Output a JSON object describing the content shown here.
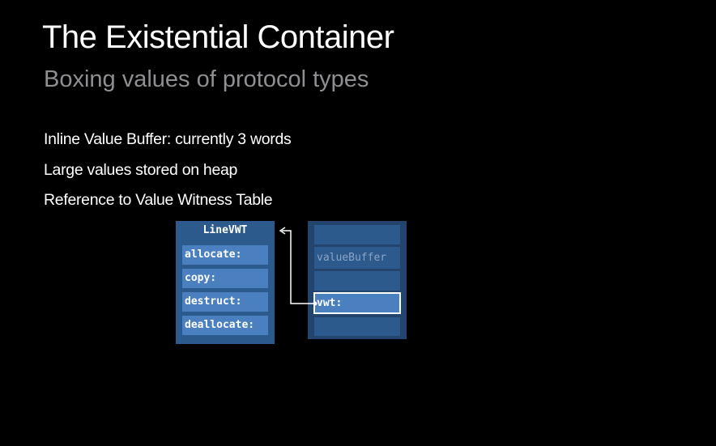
{
  "slide": {
    "title": "The Existential Container",
    "subtitle": "Boxing values of protocol types",
    "bullets": [
      "Inline Value Buffer: currently 3 words",
      "Large values stored on heap",
      "Reference to Value Witness Table"
    ]
  },
  "vwt_table": {
    "header": "LineVWT",
    "rows": [
      "allocate:",
      "copy:",
      "destruct:",
      "deallocate:"
    ]
  },
  "existential_container": {
    "value_buffer_label": "valueBuffer",
    "vwt_label": "vwt:"
  },
  "colors": {
    "background": "#000000",
    "subtitle": "#8e8e93",
    "table_bg": "#2d5a8c",
    "row_bg": "#4a7fc0",
    "container_bg": "#23446c"
  }
}
